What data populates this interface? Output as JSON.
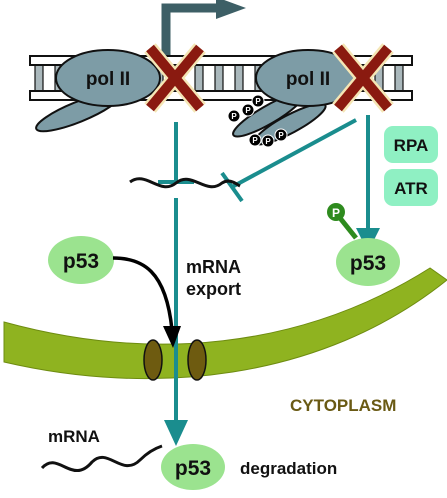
{
  "polymerase_left": {
    "label": "pol II"
  },
  "polymerase_right": {
    "label": "pol II"
  },
  "phospho_marks": {
    "label": "P",
    "count": 6
  },
  "rpa_box": {
    "label": "RPA"
  },
  "atr_box": {
    "label": "ATR"
  },
  "p53_phospho": {
    "label": "p53",
    "phospho_label": "P"
  },
  "p53_left": {
    "label": "p53"
  },
  "p53_bottom": {
    "label": "p53"
  },
  "mrna_export": {
    "line1": "mRNA",
    "line2": "export"
  },
  "cytoplasm": {
    "label": "CYTOPLASM"
  },
  "mrna_bottom": {
    "label": "mRNA"
  },
  "degradation": {
    "label": "degradation"
  },
  "colors": {
    "teal": "#1a8d8e",
    "dark_slate": "#3d5f66",
    "green_fill": "#9be38f",
    "mint_box": "#8ff0c3",
    "membrane": "#8fb320",
    "membrane_dark": "#6e8c10",
    "pore": "#6e5b10",
    "block_x": "#8a1a10",
    "block_x_outline": "#f5e6b5",
    "polymerase": "#7d9ca6",
    "dna_rung": "#aab8bc",
    "cytoplasm_text": "#6a5a14"
  }
}
